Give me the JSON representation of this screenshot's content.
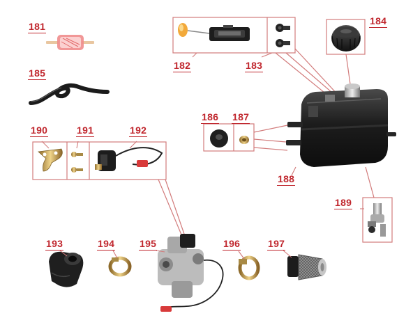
{
  "callouts": [
    {
      "id": "c181",
      "text": "181"
    },
    {
      "id": "c182",
      "text": "182"
    },
    {
      "id": "c183",
      "text": "183"
    },
    {
      "id": "c184",
      "text": "184"
    },
    {
      "id": "c185",
      "text": "185"
    },
    {
      "id": "c186",
      "text": "186"
    },
    {
      "id": "c187",
      "text": "187"
    },
    {
      "id": "c188",
      "text": "188"
    },
    {
      "id": "c189",
      "text": "189"
    },
    {
      "id": "c190",
      "text": "190"
    },
    {
      "id": "c191",
      "text": "191"
    },
    {
      "id": "c192",
      "text": "192"
    },
    {
      "id": "c193",
      "text": "193"
    },
    {
      "id": "c194",
      "text": "194"
    },
    {
      "id": "c195",
      "text": "195"
    },
    {
      "id": "c196",
      "text": "196"
    },
    {
      "id": "c197",
      "text": "197"
    }
  ],
  "colors": {
    "callout_red": "#c0262d",
    "frame_red": "#d27b7b",
    "metal_black": "#1a1a1a",
    "chrome": "#b8b8b8",
    "brass": "#c8a255",
    "plug_red": "#d83a3a"
  }
}
